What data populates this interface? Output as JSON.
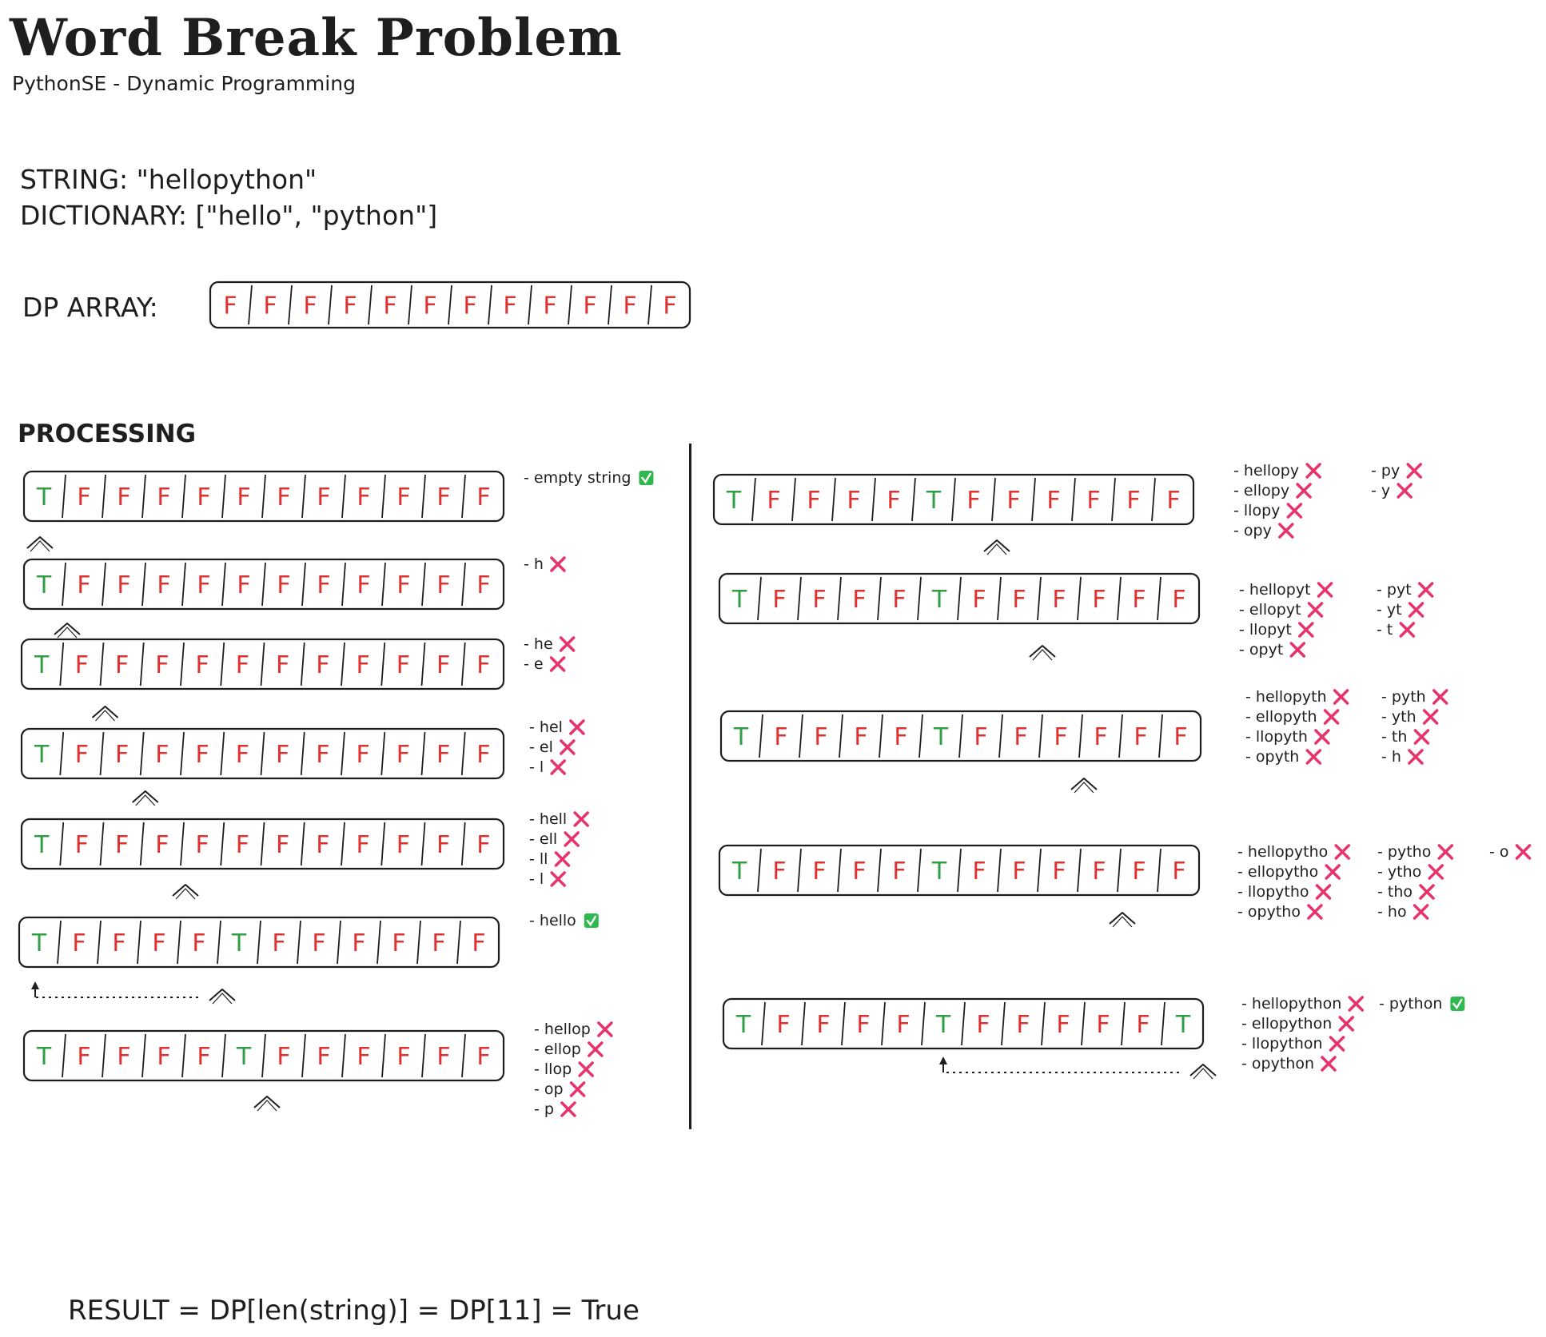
{
  "title": "Word Break Problem",
  "subtitle": "PythonSE - Dynamic Programming",
  "problem": {
    "string_line": "STRING: \"hellopython\"",
    "dictionary_line": "DICTIONARY: [\"hello\", \"python\"]"
  },
  "dp_label": "DP ARRAY:",
  "initial_array": [
    "F",
    "F",
    "F",
    "F",
    "F",
    "F",
    "F",
    "F",
    "F",
    "F",
    "F",
    "F"
  ],
  "processing_label": "PROCESSING",
  "result_text": "RESULT = DP[len(string)] = DP[11] = True",
  "colors": {
    "true_cell": "#2f9e44",
    "false_cell": "#e03131",
    "cross_mark": "#e8336a",
    "check_mark": "#2fb84e",
    "ink": "#1e1e1e"
  },
  "steps": [
    {
      "cells": [
        "T",
        "F",
        "F",
        "F",
        "F",
        "F",
        "F",
        "F",
        "F",
        "F",
        "F",
        "F"
      ],
      "pointer": 0,
      "back_arrow_to": null,
      "checks": [
        [
          {
            "text": "- empty string",
            "ok": true
          }
        ]
      ]
    },
    {
      "cells": [
        "T",
        "F",
        "F",
        "F",
        "F",
        "F",
        "F",
        "F",
        "F",
        "F",
        "F",
        "F"
      ],
      "pointer": 1,
      "back_arrow_to": null,
      "checks": [
        [
          {
            "text": "- h",
            "ok": false
          }
        ]
      ]
    },
    {
      "cells": [
        "T",
        "F",
        "F",
        "F",
        "F",
        "F",
        "F",
        "F",
        "F",
        "F",
        "F",
        "F"
      ],
      "pointer": 2,
      "back_arrow_to": null,
      "checks": [
        [
          {
            "text": "- he",
            "ok": false
          },
          {
            "text": "- e",
            "ok": false
          }
        ]
      ]
    },
    {
      "cells": [
        "T",
        "F",
        "F",
        "F",
        "F",
        "F",
        "F",
        "F",
        "F",
        "F",
        "F",
        "F"
      ],
      "pointer": 3,
      "back_arrow_to": null,
      "checks": [
        [
          {
            "text": "- hel",
            "ok": false
          },
          {
            "text": "- el",
            "ok": false
          },
          {
            "text": "- l",
            "ok": false
          }
        ]
      ]
    },
    {
      "cells": [
        "T",
        "F",
        "F",
        "F",
        "F",
        "F",
        "F",
        "F",
        "F",
        "F",
        "F",
        "F"
      ],
      "pointer": 4,
      "back_arrow_to": null,
      "checks": [
        [
          {
            "text": "- hell",
            "ok": false
          },
          {
            "text": "- ell",
            "ok": false
          },
          {
            "text": "- ll",
            "ok": false
          },
          {
            "text": "- l",
            "ok": false
          }
        ]
      ]
    },
    {
      "cells": [
        "T",
        "F",
        "F",
        "F",
        "F",
        "T",
        "F",
        "F",
        "F",
        "F",
        "F",
        "F"
      ],
      "pointer": 5,
      "back_arrow_to": 0,
      "checks": [
        [
          {
            "text": "- hello",
            "ok": true
          }
        ]
      ]
    },
    {
      "cells": [
        "T",
        "F",
        "F",
        "F",
        "F",
        "T",
        "F",
        "F",
        "F",
        "F",
        "F",
        "F"
      ],
      "pointer": 6,
      "back_arrow_to": null,
      "checks": [
        [
          {
            "text": "- hellop",
            "ok": false
          },
          {
            "text": "- ellop",
            "ok": false
          },
          {
            "text": "- llop",
            "ok": false
          },
          {
            "text": "- op",
            "ok": false
          },
          {
            "text": "- p",
            "ok": false
          }
        ]
      ]
    },
    {
      "cells": [
        "T",
        "F",
        "F",
        "F",
        "F",
        "T",
        "F",
        "F",
        "F",
        "F",
        "F",
        "F"
      ],
      "pointer": 7,
      "back_arrow_to": null,
      "checks": [
        [
          {
            "text": "- hellopy",
            "ok": false
          },
          {
            "text": "- ellopy",
            "ok": false
          },
          {
            "text": "- llopy",
            "ok": false
          },
          {
            "text": "- opy",
            "ok": false
          }
        ],
        [
          {
            "text": "- py",
            "ok": false
          },
          {
            "text": "- y",
            "ok": false
          }
        ]
      ]
    },
    {
      "cells": [
        "T",
        "F",
        "F",
        "F",
        "F",
        "T",
        "F",
        "F",
        "F",
        "F",
        "F",
        "F"
      ],
      "pointer": 8,
      "back_arrow_to": null,
      "checks": [
        [
          {
            "text": "- hellopyt",
            "ok": false
          },
          {
            "text": "- ellopyt",
            "ok": false
          },
          {
            "text": "- llopyt",
            "ok": false
          },
          {
            "text": "- opyt",
            "ok": false
          }
        ],
        [
          {
            "text": "- pyt",
            "ok": false
          },
          {
            "text": "- yt",
            "ok": false
          },
          {
            "text": "- t",
            "ok": false
          }
        ]
      ]
    },
    {
      "cells": [
        "T",
        "F",
        "F",
        "F",
        "F",
        "T",
        "F",
        "F",
        "F",
        "F",
        "F",
        "F"
      ],
      "pointer": 9,
      "back_arrow_to": null,
      "checks": [
        [
          {
            "text": "- hellopyth",
            "ok": false
          },
          {
            "text": "- ellopyth",
            "ok": false
          },
          {
            "text": "- llopyth",
            "ok": false
          },
          {
            "text": "- opyth",
            "ok": false
          }
        ],
        [
          {
            "text": "- pyth",
            "ok": false
          },
          {
            "text": "- yth",
            "ok": false
          },
          {
            "text": "- th",
            "ok": false
          },
          {
            "text": "- h",
            "ok": false
          }
        ]
      ]
    },
    {
      "cells": [
        "T",
        "F",
        "F",
        "F",
        "F",
        "T",
        "F",
        "F",
        "F",
        "F",
        "F",
        "F"
      ],
      "pointer": 10,
      "back_arrow_to": null,
      "checks": [
        [
          {
            "text": "- hellopytho",
            "ok": false
          },
          {
            "text": "- ellopytho",
            "ok": false
          },
          {
            "text": "- llopytho",
            "ok": false
          },
          {
            "text": "- opytho",
            "ok": false
          }
        ],
        [
          {
            "text": "- pytho",
            "ok": false
          },
          {
            "text": "- ytho",
            "ok": false
          },
          {
            "text": "- tho",
            "ok": false
          },
          {
            "text": "- ho",
            "ok": false
          }
        ],
        [
          {
            "text": "- o",
            "ok": false
          }
        ]
      ]
    },
    {
      "cells": [
        "T",
        "F",
        "F",
        "F",
        "F",
        "T",
        "F",
        "F",
        "F",
        "F",
        "F",
        "T"
      ],
      "pointer": 11,
      "back_arrow_to": 5,
      "checks": [
        [
          {
            "text": "- hellopython",
            "ok": false
          },
          {
            "text": "- ellopython",
            "ok": false
          },
          {
            "text": "- llopython",
            "ok": false
          },
          {
            "text": "- opython",
            "ok": false
          }
        ],
        [
          {
            "text": "- python",
            "ok": true
          }
        ]
      ]
    }
  ]
}
